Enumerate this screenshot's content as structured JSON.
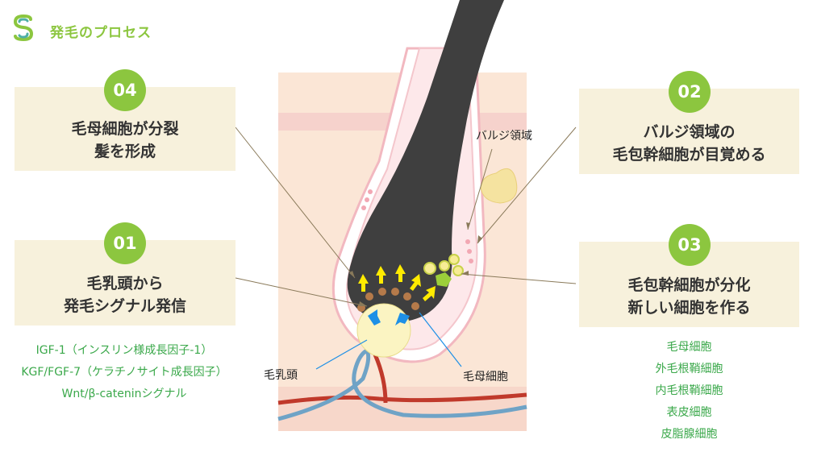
{
  "header": {
    "title": "発毛のプロセス"
  },
  "steps": {
    "s01": {
      "number": "01",
      "lines": [
        "毛乳頭から",
        "発毛シグナル発信"
      ]
    },
    "s02": {
      "number": "02",
      "lines": [
        "バルジ領域の",
        "毛包幹細胞が目覚める"
      ]
    },
    "s03": {
      "number": "03",
      "lines": [
        "毛包幹細胞が分化",
        "新しい細胞を作る"
      ]
    },
    "s04": {
      "number": "04",
      "lines": [
        "毛母細胞が分裂",
        "髪を形成"
      ]
    }
  },
  "signals": [
    "IGF-1（インスリン様成長因子-1）",
    "KGF/FGF-7（ケラチノサイト成長因子）",
    "Wnt/β-cateninシグナル"
  ],
  "cells": [
    "毛母細胞",
    "外毛根鞘細胞",
    "内毛根鞘細胞",
    "表皮細胞",
    "皮脂腺細胞"
  ],
  "diagram_labels": {
    "bulge": "バルジ領域",
    "papilla": "毛乳頭",
    "matrix": "毛母細胞"
  },
  "colors": {
    "accent_green": "#8cc63f",
    "list_green": "#3aa84a",
    "box_bg": "#f7f1dc",
    "hair": "#3f3f3f",
    "skin": "#fbe6d6"
  }
}
